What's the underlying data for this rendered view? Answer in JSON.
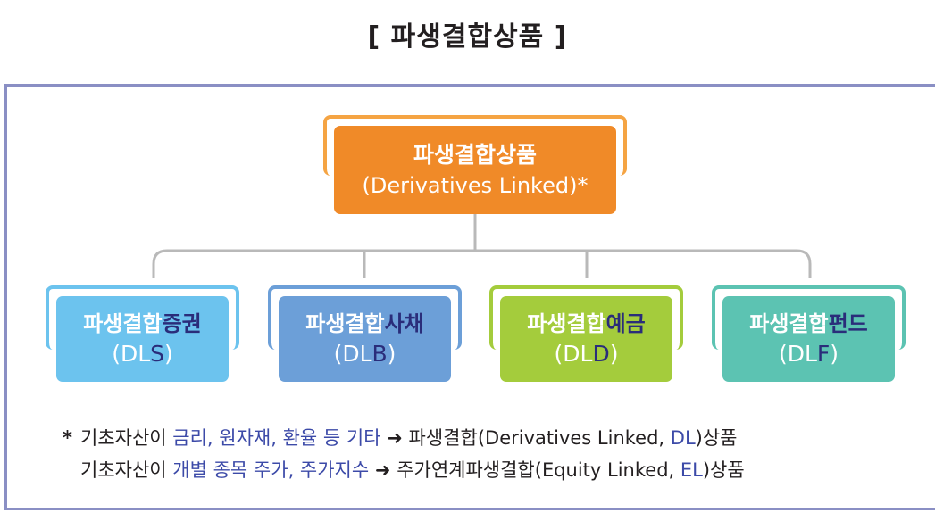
{
  "title": "[ 파생결합상품 ]",
  "root": {
    "line1_a": "파생결합",
    "line1_b": "상품",
    "line2": "(Derivatives Linked)*",
    "color": "#f08a28",
    "bracket_color": "#f5a443"
  },
  "children": [
    {
      "a": "파생결합",
      "b": "증권",
      "open": "(DL",
      "code": "S",
      "close": ")",
      "color": "#6cc3ee",
      "bracket_color": "#6cc3ee"
    },
    {
      "a": "파생결합",
      "b": "사채",
      "open": "(DL",
      "code": "B",
      "close": ")",
      "color": "#6c9fd8",
      "bracket_color": "#6c9fd8"
    },
    {
      "a": "파생결합",
      "b": "예금",
      "open": "(DL",
      "code": "D",
      "close": ")",
      "color": "#a4cc3c",
      "bracket_color": "#a4cc3c"
    },
    {
      "a": "파생결합",
      "b": "펀드",
      "open": "(DL",
      "code": "F",
      "close": ")",
      "color": "#5cc3b2",
      "bracket_color": "#5cc3b2"
    }
  ],
  "notes": [
    {
      "star": "*",
      "prefix": "기초자산이",
      "highlight": "금리, 원자재, 환율 등 기타",
      "arrow": "➜",
      "result_a": "파생결합(Derivatives Linked,",
      "result_code": "DL",
      "result_b": ")상품"
    },
    {
      "star": "",
      "prefix": "기초자산이",
      "highlight": "개별 종목 주가, 주가지수",
      "arrow": "➜",
      "result_a": "주가연계파생결합(Equity Linked,",
      "result_code": "EL",
      "result_b": ")상품"
    }
  ],
  "colors": {
    "frame": "#8a8fc4",
    "connector": "#b9b9b9",
    "highlight_text": "#3c4aa8",
    "code_text": "#2a2d7a"
  }
}
